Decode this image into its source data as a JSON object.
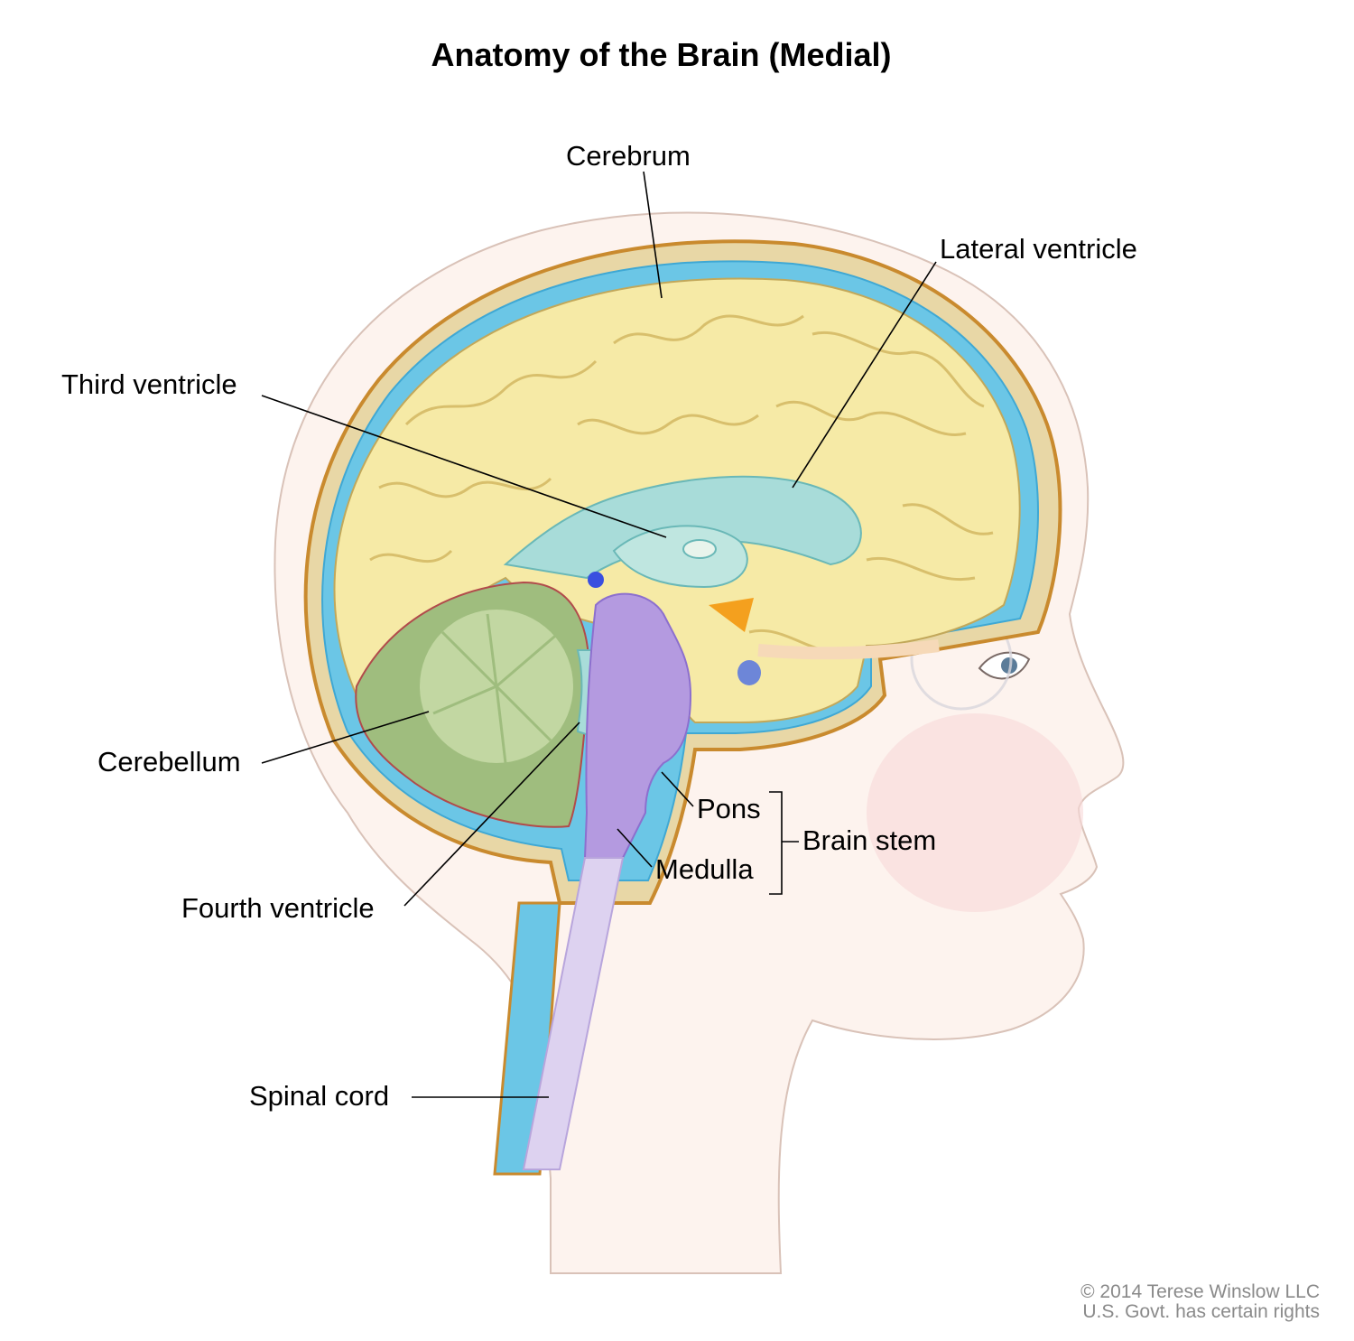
{
  "title": "Anatomy of the Brain (Medial)",
  "labels": {
    "cerebrum": "Cerebrum",
    "lateral_ventricle": "Lateral ventricle",
    "third_ventricle": "Third ventricle",
    "cerebellum": "Cerebellum",
    "pons": "Pons",
    "medulla": "Medulla",
    "brain_stem": "Brain stem",
    "fourth_ventricle": "Fourth ventricle",
    "spinal_cord": "Spinal cord"
  },
  "copyright": {
    "line1": "© 2014 Terese Winslow LLC",
    "line2": "U.S. Govt. has certain rights"
  },
  "colors": {
    "cerebrum": "#f6eaa6",
    "cerebellum": "#9fbd7e",
    "ventricles": "#a8dcd9",
    "brain_stem": "#b49ae0",
    "spinal_cord": "#ddd2f0",
    "skull": "#e8d7a6",
    "csf": "#6bc6e6",
    "skin": "#fcefe9"
  }
}
